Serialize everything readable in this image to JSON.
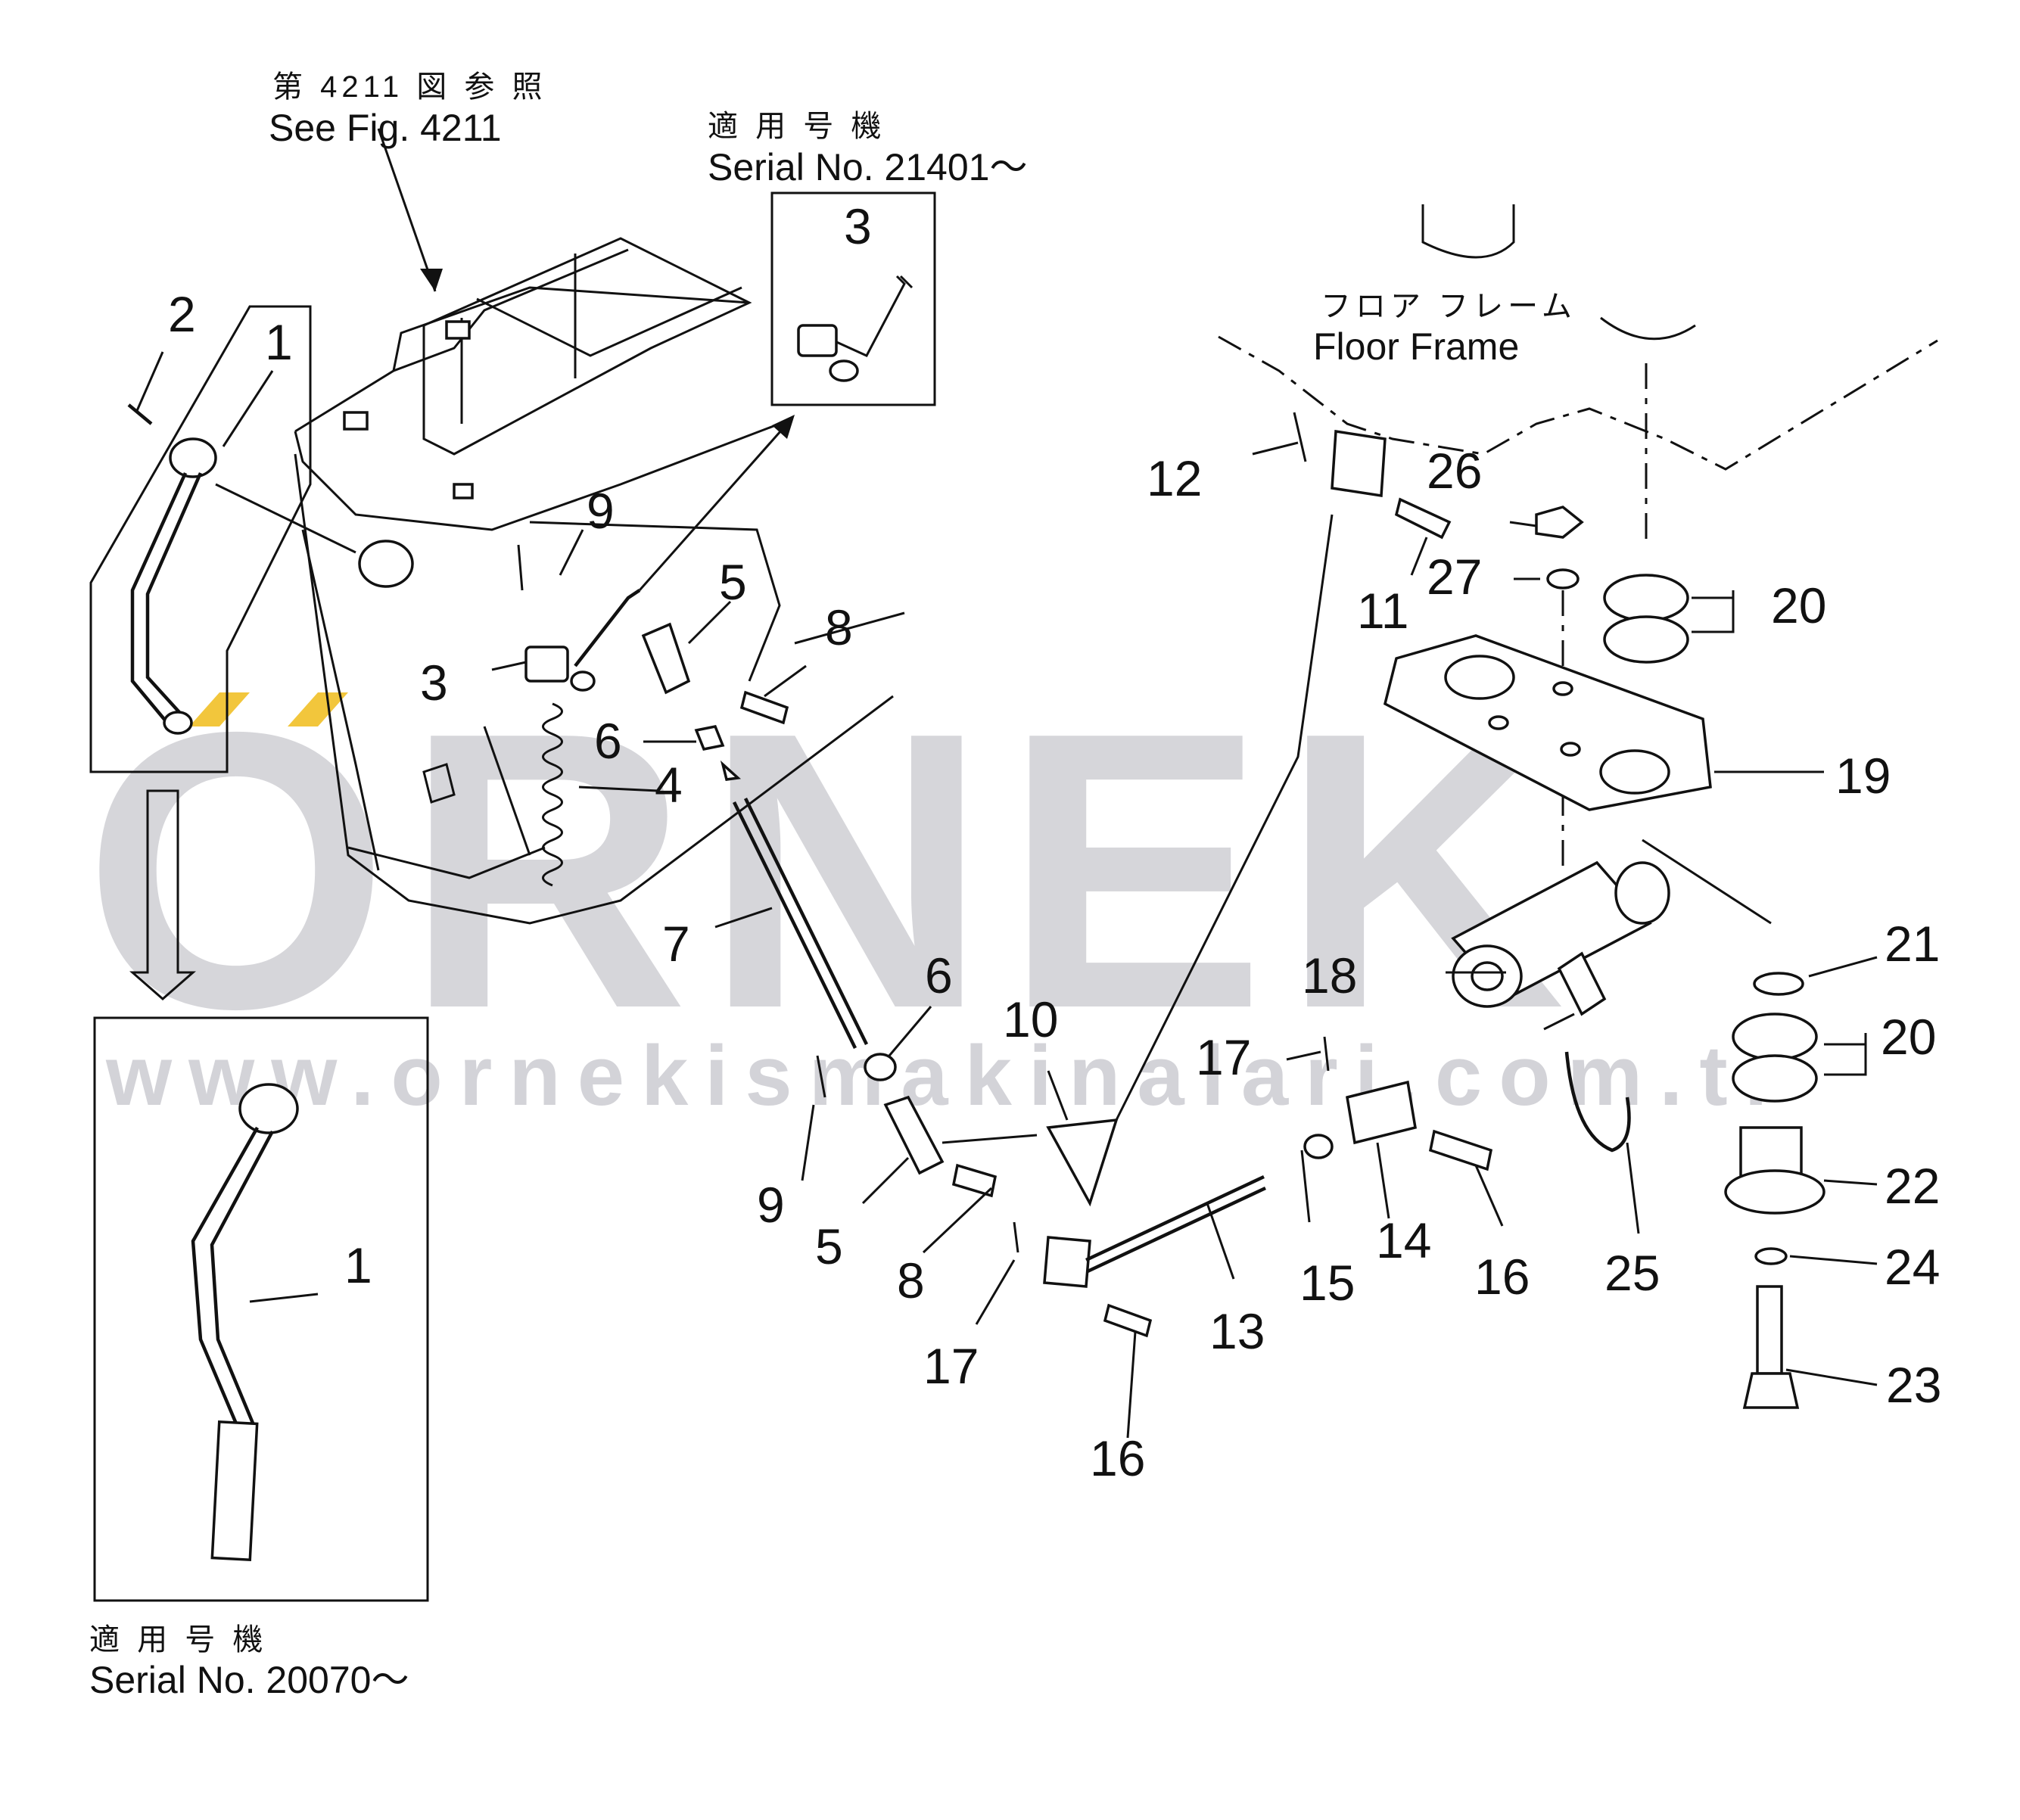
{
  "references": {
    "see_fig_jp": "第 4211 図 参 照",
    "see_fig_en": "See Fig. 4211"
  },
  "serial_top": {
    "jp": "適 用 号 機",
    "en": "Serial No. 21401～"
  },
  "serial_bottom": {
    "jp": "適 用 号 機",
    "en": "Serial No. 20070～"
  },
  "floor_frame": {
    "jp": "フロア フレーム",
    "en": "Floor Frame"
  },
  "watermark": {
    "brand": "ORNEK",
    "url": "www.ornekismakinalari.com.tr"
  },
  "callouts": {
    "p1a": "1",
    "p1b": "1",
    "p2": "2",
    "p3a": "3",
    "p3b": "3",
    "p4": "4",
    "p5a": "5",
    "p5b": "5",
    "p6a": "6",
    "p6b": "6",
    "p7": "7",
    "p8a": "8",
    "p8b": "8",
    "p9a": "9",
    "p9b": "9",
    "p10": "10",
    "p11": "11",
    "p12": "12",
    "p13": "13",
    "p14": "14",
    "p15": "15",
    "p16a": "16",
    "p16b": "16",
    "p17a": "17",
    "p17b": "17",
    "p18": "18",
    "p19": "19",
    "p20a": "20",
    "p20b": "20",
    "p21": "21",
    "p22": "22",
    "p23": "23",
    "p24": "24",
    "p25": "25",
    "p26": "26",
    "p27": "27"
  },
  "colors": {
    "line": "#111111",
    "watermark": "#cfcfd4",
    "accent": "#f2c63c"
  }
}
